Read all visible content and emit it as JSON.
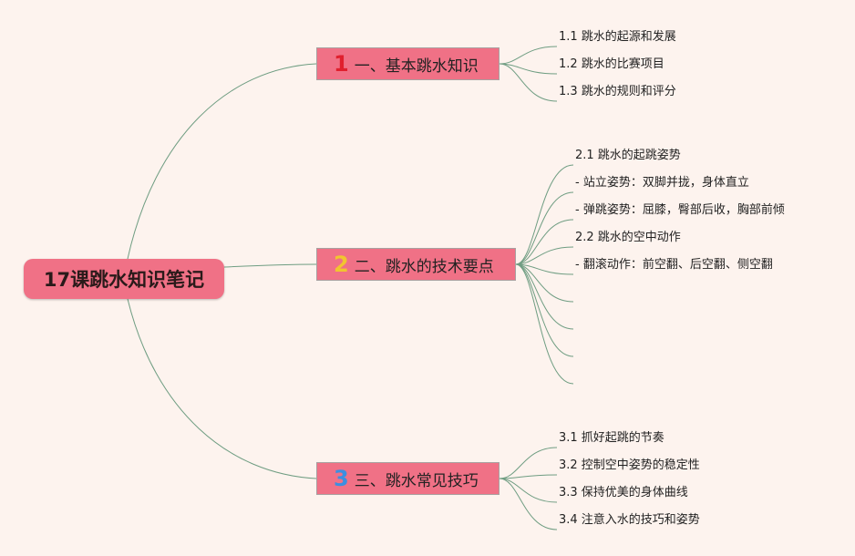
{
  "root": {
    "title": "17课跳水知识笔记"
  },
  "colors": {
    "node": "#f07186",
    "line": "#6f9d82",
    "num1": "#e0202e",
    "num2": "#f1c52f",
    "num3": "#3c8fe0"
  },
  "branches": [
    {
      "num": "1",
      "label": "一、基本跳水知识",
      "items": [
        "1.1 跳水的起源和发展",
        "1.2 跳水的比赛项目",
        "1.3 跳水的规则和评分"
      ]
    },
    {
      "num": "2",
      "label": "二、跳水的技术要点",
      "items": [
        "2.1 跳水的起跳姿势",
        "- 站立姿势：双脚并拢，身体直立",
        "- 弹跳姿势：屈膝，臀部后收，胸部前倾",
        "2.2 跳水的空中动作",
        "- 翻滚动作：前空翻、后空翻、侧空翻",
        "",
        "",
        "",
        ""
      ]
    },
    {
      "num": "3",
      "label": "三、跳水常见技巧",
      "items": [
        "3.1 抓好起跳的节奏",
        "3.2 控制空中姿势的稳定性",
        "3.3 保持优美的身体曲线",
        "3.4 注意入水的技巧和姿势"
      ]
    }
  ]
}
